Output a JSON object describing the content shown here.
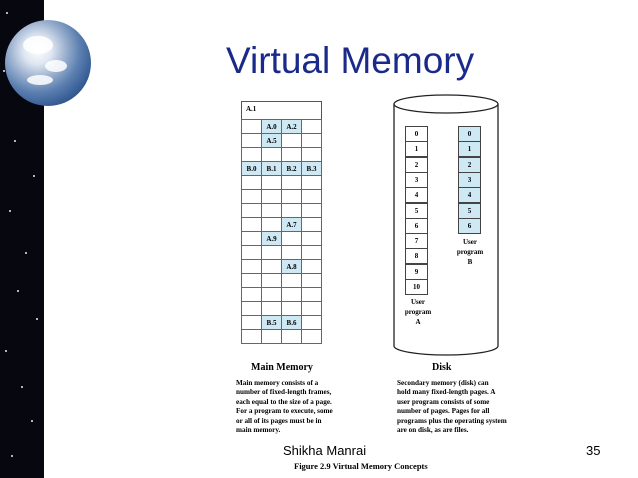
{
  "slide": {
    "title": "Virtual Memory",
    "author": "Shikha Manrai",
    "page_number": "35"
  },
  "main_memory": {
    "top_label": "A.1",
    "cells": [
      [
        "",
        "A.0",
        "A.2",
        ""
      ],
      [
        "",
        "A.5",
        "",
        ""
      ],
      [
        "",
        "",
        "",
        ""
      ],
      [
        "B.0",
        "B.1",
        "B.2",
        "B.3"
      ],
      [
        "",
        "",
        "",
        ""
      ],
      [
        "",
        "",
        "",
        ""
      ],
      [
        "",
        "",
        "",
        ""
      ],
      [
        "",
        "",
        "A.7",
        ""
      ],
      [
        "",
        "A.9",
        "",
        ""
      ],
      [
        "",
        "",
        "",
        ""
      ],
      [
        "",
        "",
        "A.8",
        ""
      ],
      [
        "",
        "",
        "",
        ""
      ],
      [
        "",
        "",
        "",
        ""
      ],
      [
        "",
        "",
        "",
        ""
      ],
      [
        "",
        "B.5",
        "B.6",
        ""
      ],
      [
        "",
        "",
        "",
        ""
      ]
    ],
    "label": "Main Memory",
    "description": [
      "Main memory consists of a",
      "number of fixed-length frames,",
      "each equal to the size of a page.",
      "For a program to execute, some",
      "or all of its pages must be in",
      "main memory."
    ]
  },
  "disk": {
    "program_a_pages": [
      "0",
      "1",
      "2",
      "3",
      "4",
      "5",
      "6",
      "7",
      "8",
      "9",
      "10"
    ],
    "program_a_label": [
      "User",
      "program",
      "A"
    ],
    "program_b_pages": [
      "0",
      "1",
      "2",
      "3",
      "4",
      "5",
      "6"
    ],
    "program_b_label": [
      "User",
      "program",
      "B"
    ],
    "label": "Disk",
    "description": [
      "Secondary memory (disk) can",
      "hold many fixed-length pages. A",
      "user program consists of some",
      "number of pages. Pages for all",
      "programs plus the operating system",
      "are on disk, as are files."
    ]
  },
  "figure_caption": "Figure 2.9   Virtual Memory Concepts",
  "colors": {
    "title": "#1a2a8a",
    "highlight": "#cfe9f4",
    "starfield": "#06070f"
  },
  "icons": [
    "earth-globe-icon"
  ]
}
